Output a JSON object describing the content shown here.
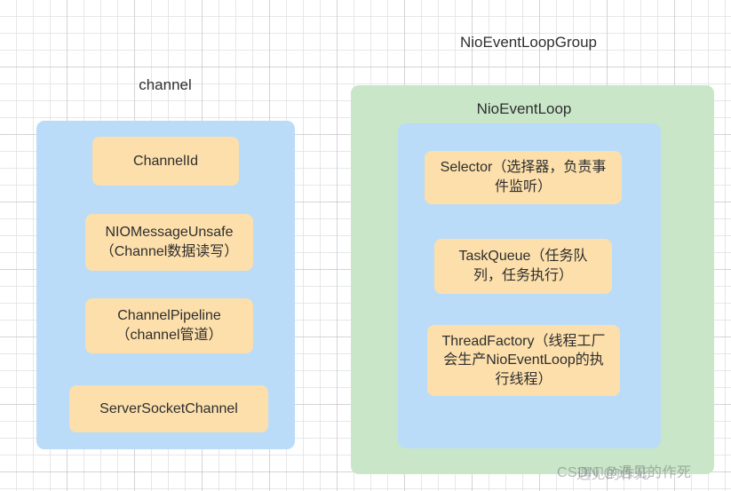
{
  "diagram": {
    "background": {
      "grid_minor_color": "#e1e3e6",
      "grid_major_color": "#aaaaaf"
    },
    "left_section": {
      "title": "channel",
      "container_color": "#badcf8",
      "items": [
        {
          "label": "ChannelId"
        },
        {
          "label": "NIOMessageUnsafe\n（Channel数据读写）"
        },
        {
          "label": "ChannelPipeline\n（channel管道）"
        },
        {
          "label": "ServerSocketChannel"
        }
      ]
    },
    "right_section": {
      "title": "NioEventLoopGroup",
      "outer_color": "#c9e6c9",
      "inner_title": "NioEventLoop",
      "inner_color": "#badcf8",
      "items": [
        {
          "label": "Selector（选择器，负责事\n件监听）"
        },
        {
          "label": "TaskQueue（任务队\n列，任务执行）"
        },
        {
          "label": "ThreadFactory（线程工厂\n会生产NioEventLoop的执\n行线程）"
        }
      ]
    },
    "item_color": "#fcdfab",
    "watermark": {
      "prefix": "CSDN @",
      "name": "遇见的作死"
    }
  }
}
